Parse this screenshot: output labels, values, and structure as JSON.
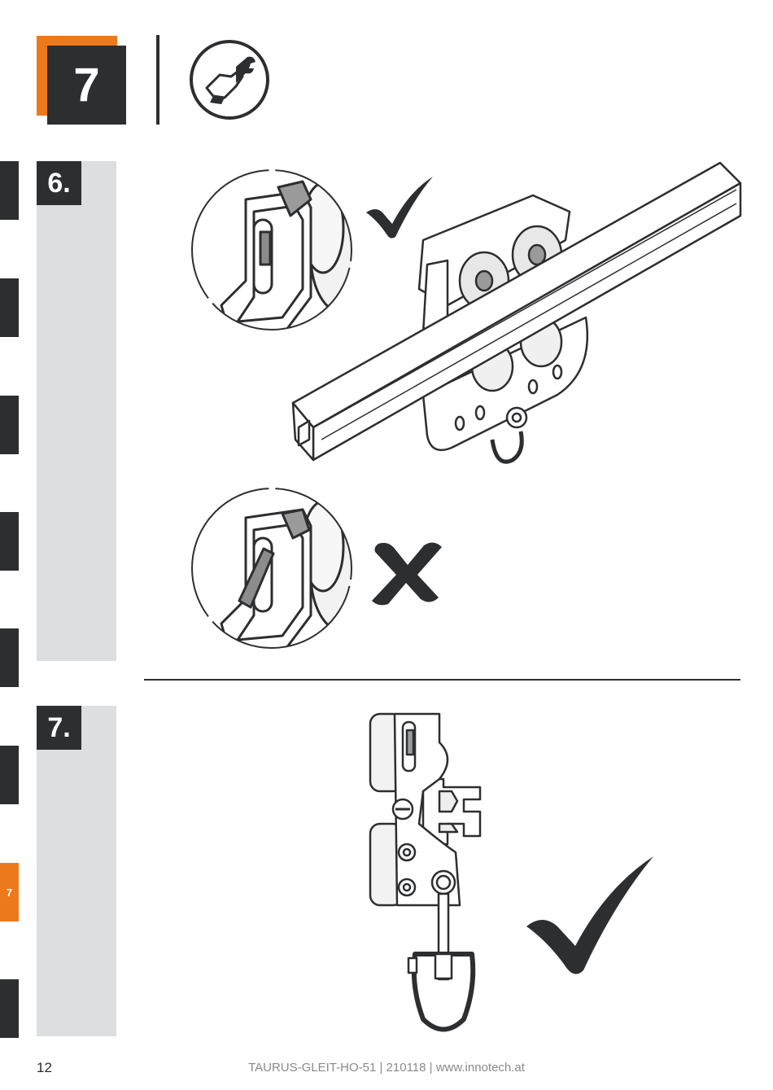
{
  "header": {
    "step_number": "7"
  },
  "sidebar": {
    "active_tab_label": "7"
  },
  "substeps": [
    {
      "number": "6."
    },
    {
      "number": "7."
    }
  ],
  "icons": {
    "tool": "hand-wrench-icon",
    "correct": "checkmark-icon",
    "incorrect": "cross-icon"
  },
  "colors": {
    "accent": "#ec7a1d",
    "dark": "#2d2e30",
    "panel": "#dcdee0"
  },
  "footer": {
    "page_number": "12",
    "doc_info": "TAURUS-GLEIT-HO-51 | 210118 | www.innotech.at"
  }
}
